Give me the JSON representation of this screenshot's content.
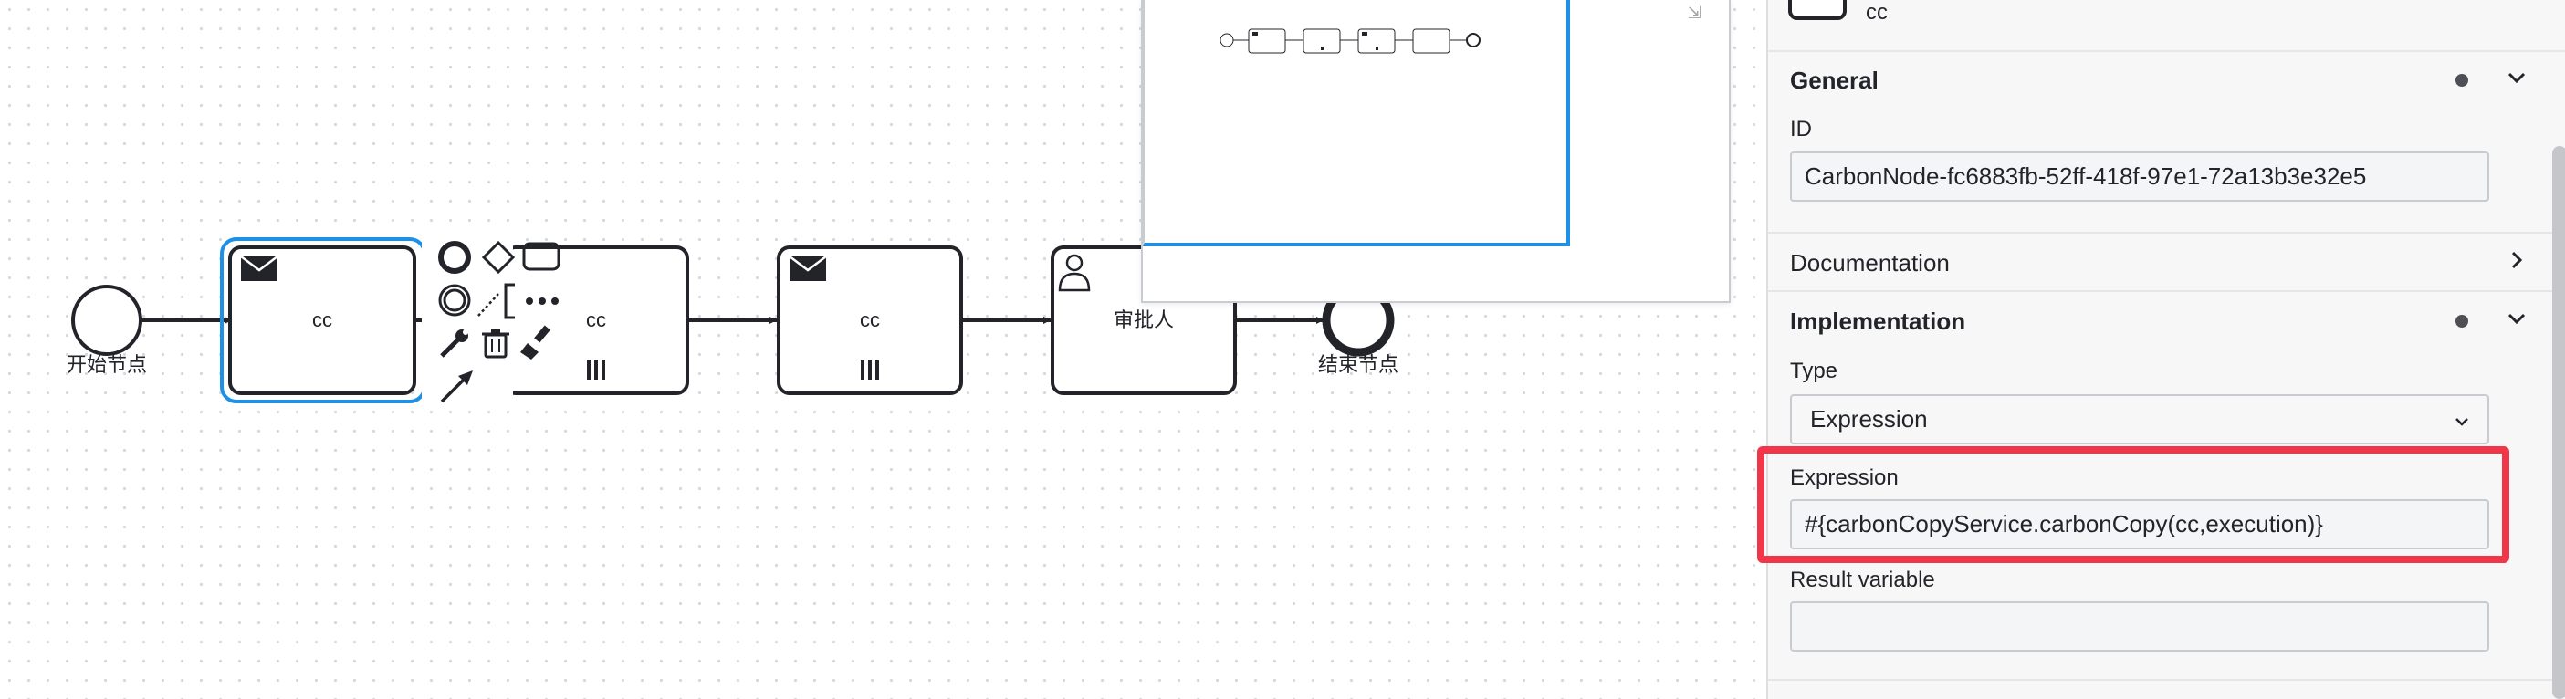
{
  "diagram": {
    "start_label": "开始节点",
    "end_label": "结束节点",
    "tasks": [
      {
        "label": "cc",
        "type": "send",
        "selected": true
      },
      {
        "label": "cc",
        "type": "multi-instance"
      },
      {
        "label": "cc",
        "type": "send-multi-instance"
      },
      {
        "label": "审批人",
        "type": "user"
      }
    ],
    "context_pad": [
      "end-event",
      "gateway",
      "task",
      "intermediate-event",
      "annotation",
      "more",
      "connect",
      "append",
      "delete",
      "color"
    ]
  },
  "minimap": {
    "toggle_icon": "⇲"
  },
  "panel": {
    "element_name": "cc",
    "general": {
      "title": "General",
      "id_label": "ID",
      "id_value": "CarbonNode-fc6883fb-52ff-418f-97e1-72a13b3e32e5"
    },
    "documentation": {
      "title": "Documentation"
    },
    "implementation": {
      "title": "Implementation",
      "type_label": "Type",
      "type_value": "Expression",
      "expression_label": "Expression",
      "expression_value": "#{carbonCopyService.carbonCopy(cc,execution)}",
      "result_label": "Result variable",
      "result_value": ""
    }
  },
  "colors": {
    "selection": "#1e90e6",
    "highlight": "#f03648",
    "stroke": "#22242a"
  }
}
